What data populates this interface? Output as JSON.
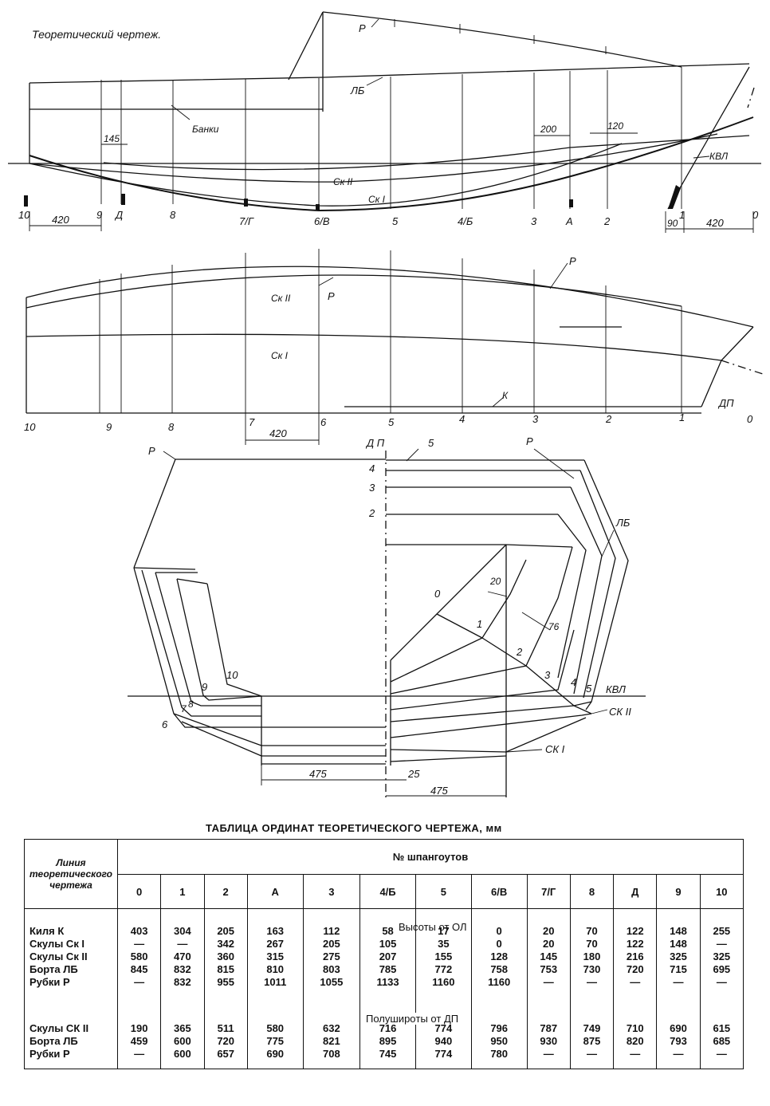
{
  "title": "Теоретический чертеж.",
  "profile_view": {
    "labels": {
      "rubka": "Р",
      "bort": "ЛБ",
      "banki": "Банки",
      "skula2": "Ск II",
      "skula1": "Ск I",
      "kvl": "КВЛ"
    },
    "dims": {
      "d145": "145",
      "d200": "200",
      "d120": "120",
      "d420_left": "420",
      "d90": "90",
      "d420_right": "420"
    },
    "stations": [
      "10",
      "9",
      "Д",
      "8",
      "7/Г",
      "6/В",
      "5",
      "4/Б",
      "3",
      "А",
      "2",
      "1",
      "0"
    ]
  },
  "plan_view": {
    "labels": {
      "skula2": "Ск II",
      "rubka_mid": "Р",
      "rubka_right": "Р",
      "skula1": "Ск I",
      "keel": "К",
      "dp": "ДП"
    },
    "dims": {
      "d420": "420"
    },
    "stations": [
      "10",
      "9",
      "8",
      "7",
      "6",
      "5",
      "4",
      "3",
      "2",
      "1",
      "0"
    ]
  },
  "body_plan": {
    "labels": {
      "dp": "Д П",
      "w5": "5",
      "rubka_left": "Р",
      "rubka_right": "Р",
      "lb": "ЛБ",
      "kvl": "КВЛ",
      "sk2": "СК II",
      "sk1": "СК I"
    },
    "waterlines": [
      "4",
      "3",
      "2"
    ],
    "frames_left": [
      "6",
      "7",
      "8",
      "9",
      "10"
    ],
    "frames_right": [
      "0",
      "1",
      "2",
      "3",
      "4",
      "5"
    ],
    "dims": {
      "d20": "20",
      "d76": "76",
      "d475_left": "475",
      "d25": "25",
      "d475_right": "475"
    }
  },
  "table": {
    "title": "ТАБЛИЦА ОРДИНАТ ТЕОРЕТИЧЕСКОГО ЧЕРТЕЖА, мм",
    "row_header": "Линия теоретического чертежа",
    "frames_header": "№ шпангоутов",
    "frames": [
      "0",
      "1",
      "2",
      "А",
      "3",
      "4/Б",
      "5",
      "6/В",
      "7/Г",
      "8",
      "Д",
      "9",
      "10"
    ],
    "heights_title": "Высоты от ОЛ",
    "heights_rows": [
      "Киля К",
      "Скулы Ск I",
      "Скулы Ск II",
      "Борта ЛБ",
      "Рубки Р"
    ],
    "heights": [
      [
        "403\n—\n580\n845\n—"
      ],
      [
        "304\n—\n470\n832\n832"
      ],
      [
        "205\n342\n360\n815\n955"
      ],
      [
        "163\n267\n315\n810\n1011"
      ],
      [
        "112\n205\n275\n803\n1055"
      ],
      [
        "58\n105\n207\n785\n1133"
      ],
      [
        "17\n35\n155\n772\n1160"
      ],
      [
        "0\n0\n128\n758\n1160"
      ],
      [
        "20\n20\n145\n753\n—"
      ],
      [
        "70\n70\n180\n730\n—"
      ],
      [
        "122\n122\n216\n720\n—"
      ],
      [
        "148\n148\n325\n715\n—"
      ],
      [
        "255\n—\n325\n695\n—"
      ]
    ],
    "halfwidths_title": "Полуширoты от ДП",
    "halfwidths_rows": [
      "Скулы СК II",
      "Борта ЛБ",
      "Рубки Р"
    ],
    "halfwidths": [
      [
        "190\n459\n—"
      ],
      [
        "365\n600\n600"
      ],
      [
        "511\n720\n657"
      ],
      [
        "580\n775\n690"
      ],
      [
        "632\n821\n708"
      ],
      [
        "716\n895\n745"
      ],
      [
        "774\n940\n774"
      ],
      [
        "796\n950\n780"
      ],
      [
        "787\n930\n—"
      ],
      [
        "749\n875\n—"
      ],
      [
        "710\n820\n—"
      ],
      [
        "690\n793\n—"
      ],
      [
        "615\n685\n—"
      ]
    ]
  }
}
